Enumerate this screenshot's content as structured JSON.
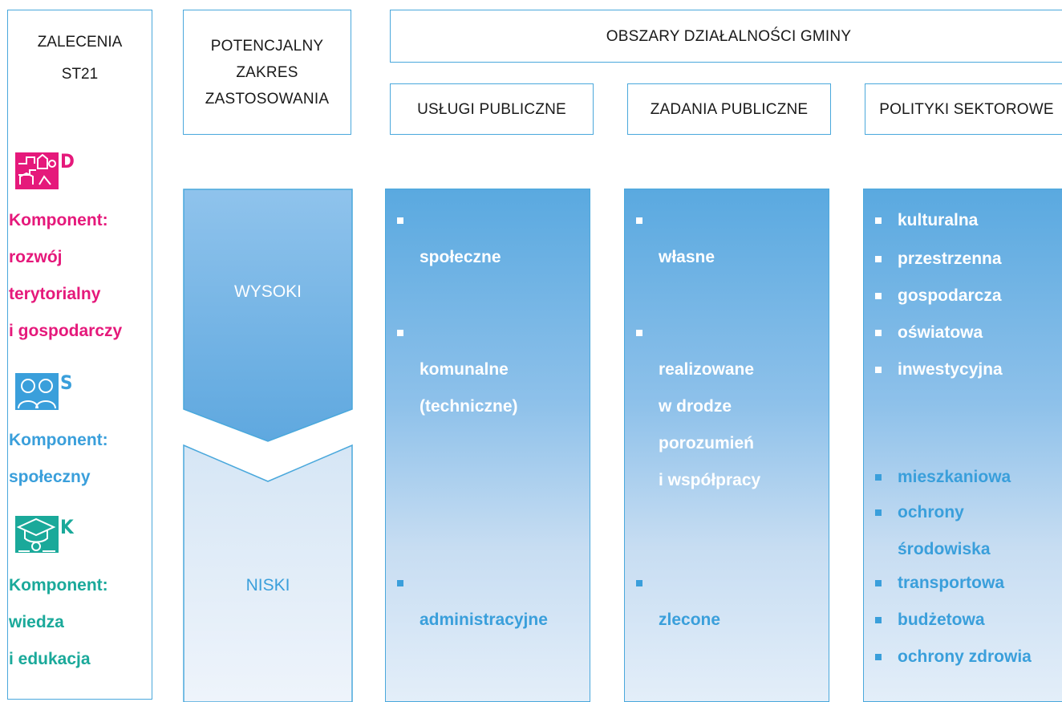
{
  "left": {
    "title": "ZALECENIA\nST21",
    "components": [
      {
        "letter": "D",
        "label": "Komponent:\nrozwój\nterytorialny\ni gospodarczy",
        "color": "#e5197b",
        "icon": "city-icon"
      },
      {
        "letter": "S",
        "label": "Komponent:\nspołeczny",
        "color": "#3a9fdb",
        "icon": "people-icon"
      },
      {
        "letter": "K",
        "label": "Komponent:\nwiedza\ni edukacja",
        "color": "#1aa99a",
        "icon": "graduation-icon"
      }
    ]
  },
  "headers": {
    "scope": "POTENCJALNY\nZAKRES\nZASTOSOWANIA",
    "areas": "OBSZARY DZIAŁALNOŚCI GMINY",
    "services": "USŁUGI PUBLICZNE",
    "tasks": "ZADANIA PUBLICZNE",
    "policies": "POLITYKI SEKTOROWE"
  },
  "scope": {
    "high": "WYSOKI",
    "low": "NISKI"
  },
  "services_items": {
    "high1": "społeczne",
    "high2": "komunalne\n(techniczne)",
    "low1": "administracyjne"
  },
  "tasks_items": {
    "high1": "własne",
    "high2": "realizowane\nw drodze\nporozumień\ni współpracy",
    "low1": "zlecone"
  },
  "policies_items": {
    "high": [
      "kulturalna",
      "przestrzenna",
      "gospodarcza",
      "oświatowa",
      "inwestycyjna"
    ],
    "low": [
      "mieszkaniowa",
      "ochrony\nśrodowiska",
      "transportowa",
      "budżetowa",
      "ochrony zdrowia"
    ]
  },
  "colors": {
    "border": "#4aa8dc",
    "high_text": "#ffffff",
    "low_text": "#3a9fdb"
  }
}
